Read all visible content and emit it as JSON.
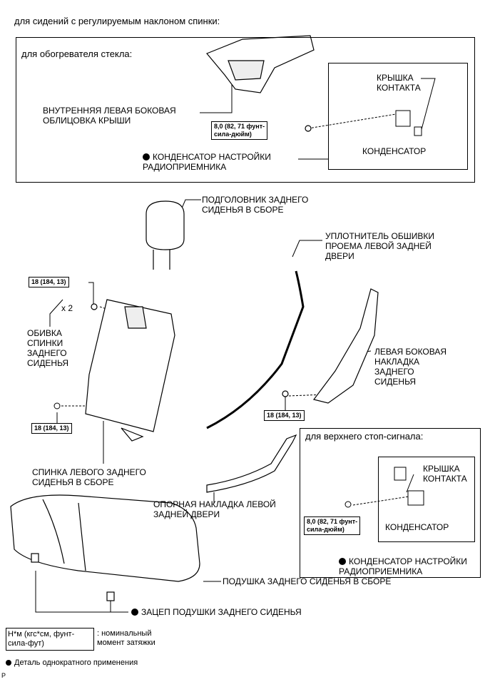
{
  "header": "для сидений с регулируемым наклоном спинки:",
  "glass_box": {
    "title": "для обогревателя стекла:",
    "roof_side_trim": "ВНУТРЕННЯЯ ЛЕВАЯ БОКОВАЯ\nОБЛИЦОВКА КРЫШИ",
    "torque": "8,0 (82, 71 фунт-\nсила-дюйм)",
    "connector_cover": "КРЫШКА\nКОНТАКТА",
    "condenser": "КОНДЕНСАТОР",
    "tuning_condenser": "КОНДЕНСАТОР НАСТРОЙКИ\nРАДИОПРИЕМНИКА"
  },
  "headrest": "ПОДГОЛОВНИК ЗАДНЕГО\nСИДЕНЬЯ В СБОРЕ",
  "weatherstrip": "УПЛОТНИТЕЛЬ ОБШИВКИ\nПРОЕМА ЛЕВОЙ ЗАДНЕЙ\nДВЕРИ",
  "torque_18_a": "18 (184, 13)",
  "seatback_cover": "ОБИВКА\nСПИНКИ\nЗАДНЕГО\nСИДЕНЬЯ",
  "x2": "x 2",
  "side_trim": "ЛЕВАЯ БОКОВАЯ\nНАКЛАДКА\nЗАДНЕГО\nСИДЕНЬЯ",
  "torque_18_b": "18 (184, 13)",
  "torque_18_c": "18 (184, 13)",
  "seatback_assy": "СПИНКА ЛЕВОГО ЗАДНЕГО\nСИДЕНЬЯ В СБОРЕ",
  "stop_box": {
    "title": "для верхнего стоп-сигнала:",
    "connector_cover": "КРЫШКА\nКОНТАКТА",
    "torque": "8,0 (82, 71 фунт-\nсила-дюйм)",
    "condenser": "КОНДЕНСАТОР",
    "tuning_condenser": "КОНДЕНСАТОР НАСТРОЙКИ\nРАДИОПРИЕМНИКА"
  },
  "door_scuff": "ОПОРНАЯ НАКЛАДКА ЛЕВОЙ\nЗАДНЕЙ ДВЕРИ",
  "cushion_assy": "ПОДУШКА ЗАДНЕГО СИДЕНЬЯ В СБОРЕ",
  "cushion_hook": "ЗАЦЕП ПОДУШКИ ЗАДНЕГО СИДЕНЬЯ",
  "legend": {
    "units": "Н*м (кгс*см, фунт-\nсила-фут)",
    "units_desc": ": номинальный\nмомент затяжки",
    "single_use": "Деталь однократного применения"
  },
  "footer_mark": "P"
}
